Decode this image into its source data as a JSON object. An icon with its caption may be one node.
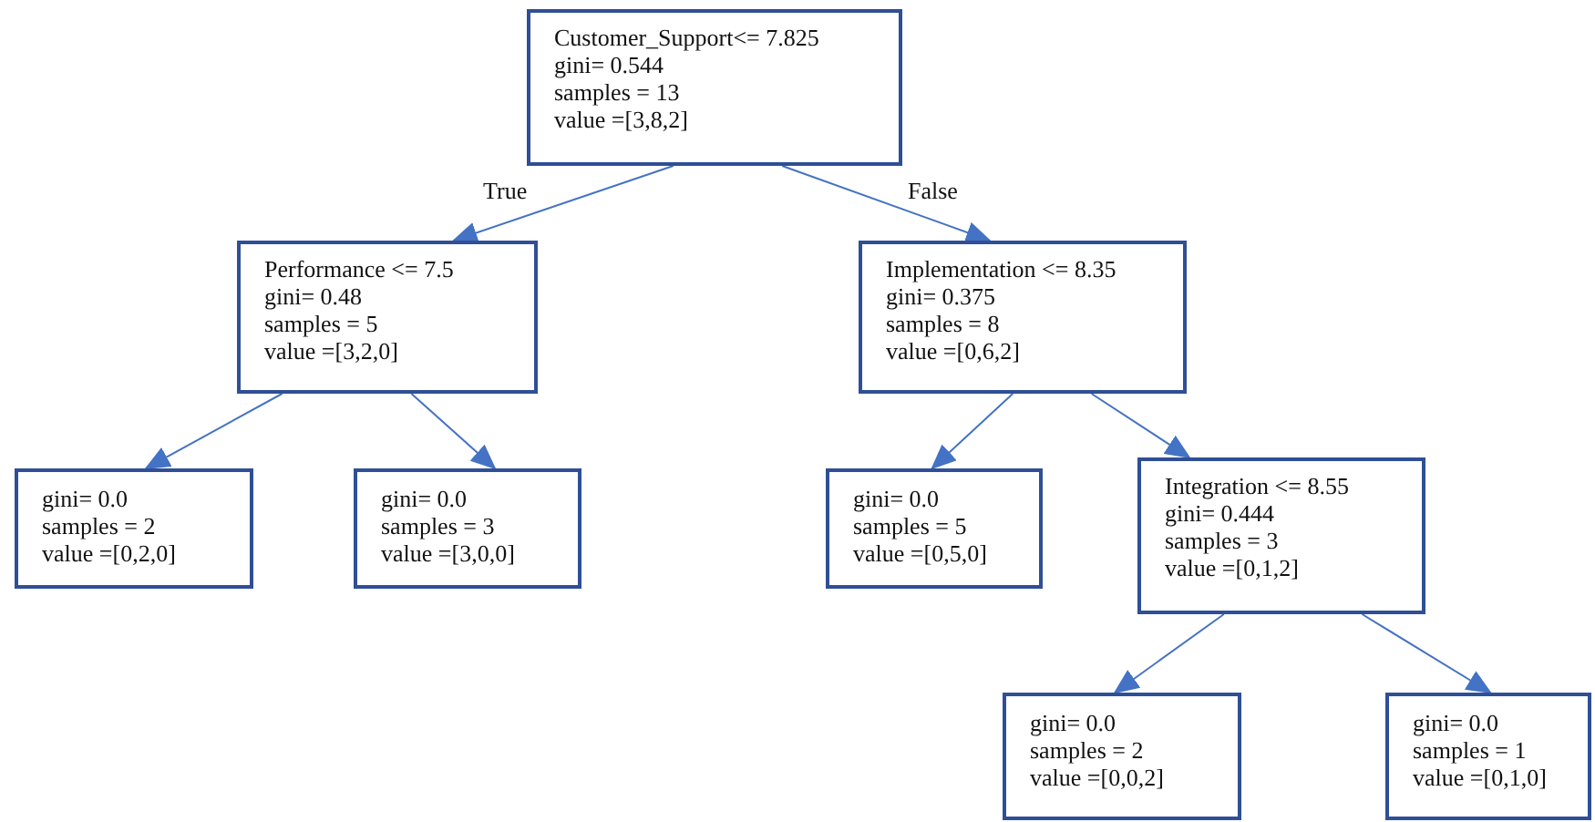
{
  "diagram": {
    "nodes": [
      {
        "text": [
          "Customer_Support<= 7.825",
          "gini= 0.544",
          "samples = 13",
          "value =[3,8,2]"
        ]
      },
      {
        "text": [
          "Performance <= 7.5",
          "gini= 0.48",
          "samples = 5",
          "value =[3,2,0]"
        ]
      },
      {
        "text": [
          "gini= 0.0",
          "samples = 2",
          "value =[0,2,0]"
        ]
      },
      {
        "text": [
          "gini= 0.0",
          "samples = 3",
          "value =[3,0,0]"
        ]
      },
      {
        "text": [
          "Implementation <= 8.35",
          "gini= 0.375",
          "samples = 8",
          "value =[0,6,2]"
        ]
      },
      {
        "text": [
          "gini= 0.0",
          "samples = 5",
          "value =[0,5,0]"
        ]
      },
      {
        "text": [
          "Integration <= 8.55",
          "gini= 0.444",
          "samples = 3",
          "value =[0,1,2]"
        ]
      },
      {
        "text": [
          "gini= 0.0",
          "samples = 2",
          "value =[0,0,2]"
        ]
      },
      {
        "text": [
          "gini= 0.0",
          "samples = 1",
          "value =[0,1,0]"
        ]
      }
    ],
    "edges": [
      {
        "from": 0,
        "to": 1,
        "arrow": "to",
        "label": "True"
      },
      {
        "from": 0,
        "to": 4,
        "arrow": "to",
        "label": "False"
      },
      {
        "from": 1,
        "to": 2,
        "arrow": "to"
      },
      {
        "from": 1,
        "to": 3,
        "arrow": "to"
      },
      {
        "from": 4,
        "to": 5,
        "arrow": "to"
      },
      {
        "from": 4,
        "to": 6,
        "arrow": "to"
      },
      {
        "from": 6,
        "to": 7,
        "arrow": "to"
      },
      {
        "from": 6,
        "to": 8,
        "arrow": "to"
      }
    ]
  }
}
